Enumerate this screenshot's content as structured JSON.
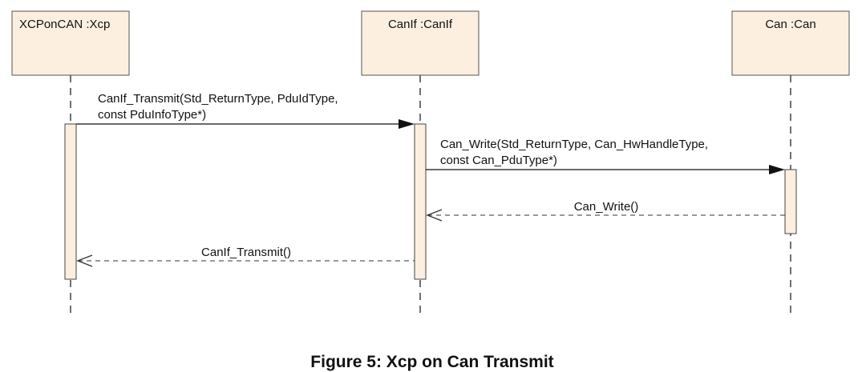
{
  "lifelines": [
    {
      "id": "xcp",
      "name": "XCPonCAN :Xcp"
    },
    {
      "id": "canif",
      "name": "CanIf :CanIf"
    },
    {
      "id": "can",
      "name": "Can :Can"
    }
  ],
  "messages": [
    {
      "id": "canif-transmit-call",
      "kind": "sync",
      "from": "xcp",
      "to": "canif",
      "label_lines": [
        "CanIf_Transmit(Std_ReturnType, PduIdType,",
        "const PduInfoType*)"
      ]
    },
    {
      "id": "can-write-call",
      "kind": "sync",
      "from": "canif",
      "to": "can",
      "label_lines": [
        "Can_Write(Std_ReturnType, Can_HwHandleType,",
        "const Can_PduType*)"
      ]
    },
    {
      "id": "can-write-return",
      "kind": "return",
      "from": "can",
      "to": "canif",
      "label_lines": [
        "Can_Write()"
      ]
    },
    {
      "id": "canif-transmit-return",
      "kind": "return",
      "from": "canif",
      "to": "xcp",
      "label_lines": [
        "CanIf_Transmit()"
      ]
    }
  ],
  "caption": "Figure 5: Xcp on Can Transmit"
}
